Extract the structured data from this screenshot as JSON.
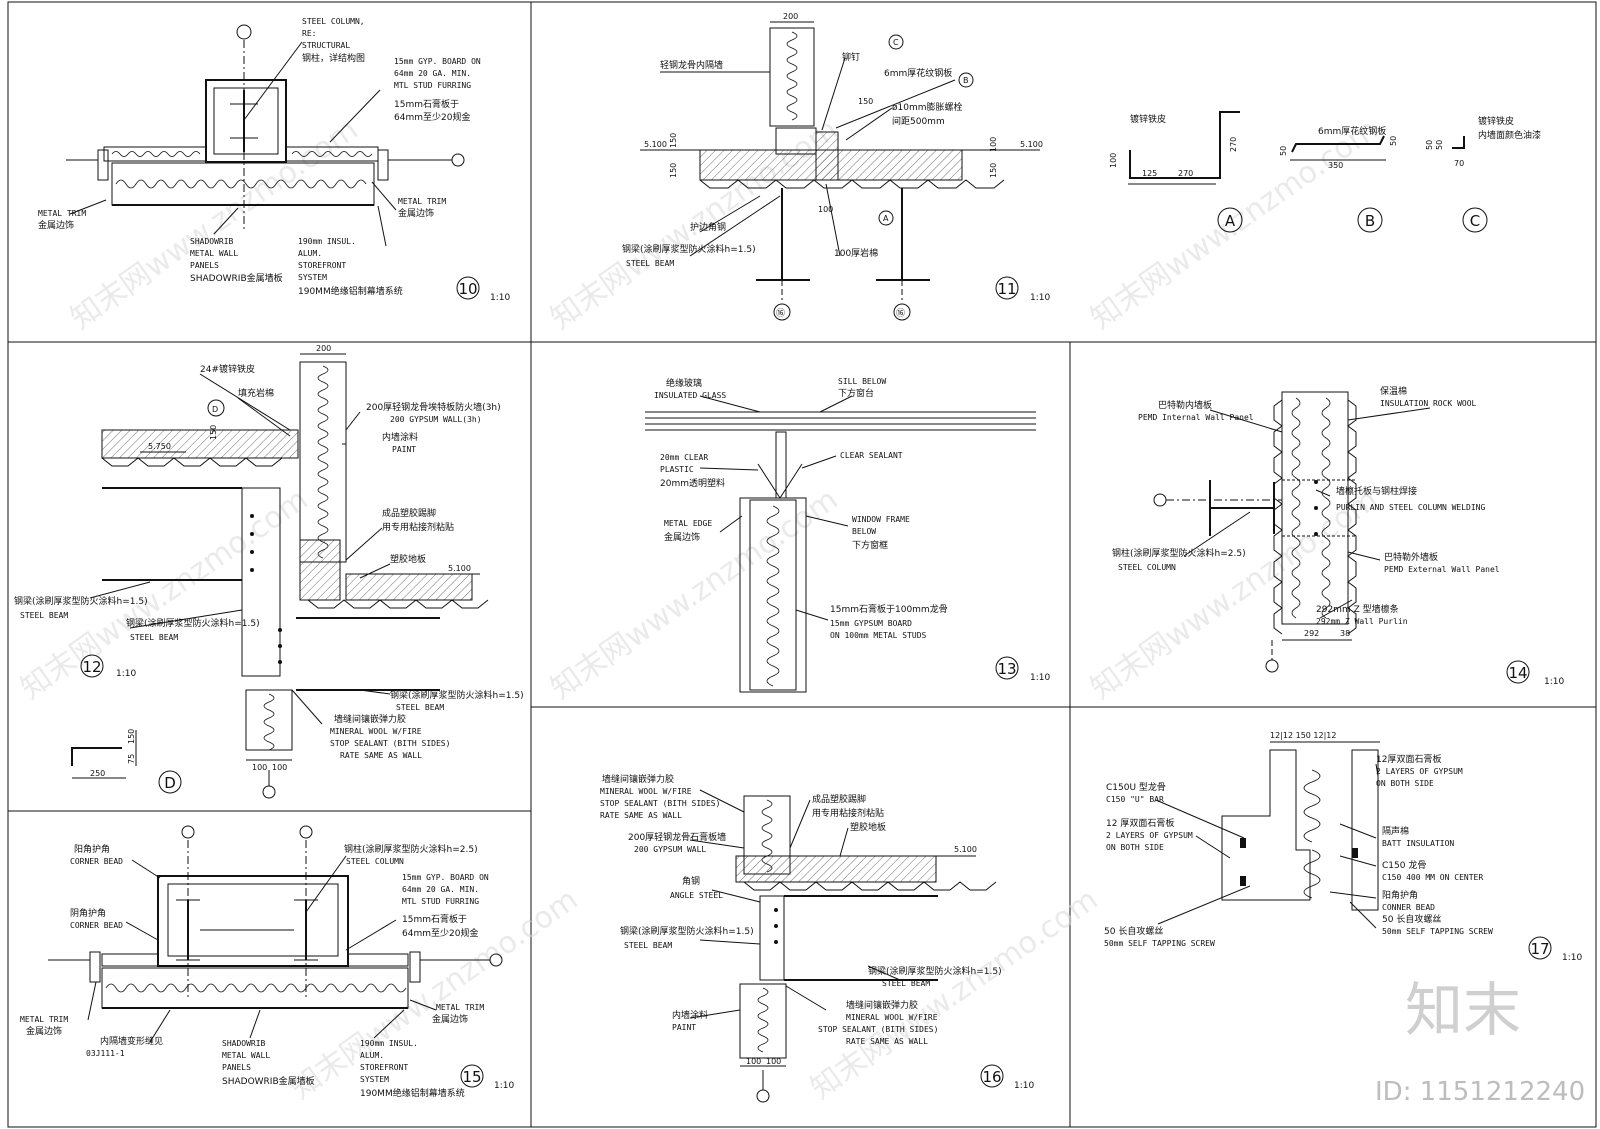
{
  "panels": {
    "p10": {
      "number": "10",
      "scale": "1:10",
      "labels": {
        "steel_col_1": "STEEL COLUMN,",
        "steel_col_2": "RE:",
        "steel_col_3": "STRUCTURAL",
        "steel_col_4": "钢柱，详结构图",
        "gyp_1": "15mm GYP. BOARD ON",
        "gyp_2": "64mm  20 GA. MIN.",
        "gyp_3": "MTL STUD FURRING",
        "gyp_4": "15mm石膏板于",
        "gyp_5": "64mm至少20规金",
        "trim_l1": "METAL TRIM",
        "trim_l2": "金属边饰",
        "trim_r1": "METAL TRIM",
        "trim_r2": "金属边饰",
        "shadow_1": "SHADOWRIB",
        "shadow_2": "METAL WALL",
        "shadow_3": "PANELS",
        "shadow_4": "SHADOWRIB金属墙板",
        "ins_1": "190mm INSUL.",
        "ins_2": "ALUM.",
        "ins_3": "STOREFRONT",
        "ins_4": "SYSTEM",
        "ins_5": "190MM绝缘铝制幕墙系统"
      }
    },
    "p11": {
      "number": "11",
      "scale": "1:10",
      "labels": {
        "partition": "轻钢龙骨内隔墙",
        "rivet": "铆钉",
        "plate": "6mm厚花纹钢板",
        "bolt_1": "ø10mm膨胀螺栓",
        "bolt_2": "间距500mm",
        "angle": "护边角钢",
        "beam_cn": "钢梁(涂刷厚浆型防火涂料h=1.5)",
        "beam_en": "STEEL BEAM",
        "rockwool": "100厚岩棉",
        "dim_200": "200",
        "dim_150a": "150",
        "dim_150b": "150",
        "dim_150c": "150",
        "dim_100a": "100",
        "dim_100b": "100",
        "dim_150d": "150",
        "lvl_l": "5.100",
        "lvl_r": "5.100",
        "callout_a": "A",
        "callout_b": "B",
        "callout_c": "C",
        "grid_1": "⑯",
        "grid_2": "⑯"
      }
    },
    "pabc": {
      "a_label": "镀锌铁皮",
      "a_d1": "100",
      "a_d2": "125",
      "a_d3": "270",
      "a_d4": "270",
      "b_label": "6mm厚花纹钢板",
      "b_d1": "50",
      "b_d2": "50",
      "b_d3": "350",
      "c_label_1": "镀锌铁皮",
      "c_label_2": "内墙面颜色油漆",
      "c_d1": "50",
      "c_d2": "50",
      "c_d3": "70",
      "tag_a": "A",
      "tag_b": "B",
      "tag_c": "C"
    },
    "p12": {
      "number": "12",
      "scale": "1:10",
      "labels": {
        "galv": "24#镀锌铁皮",
        "fill": "填充岩棉",
        "fw_cn": "200厚轻钢龙骨埃特板防火墙(3h)",
        "fw_en": "200 GYPSUM WALL(3h)",
        "paint_cn": "内墙涂料",
        "paint_en": "PAINT",
        "skirt_1": "成品塑胶踢脚",
        "skirt_2": "用专用粘接剂粘贴",
        "floor": "塑胶地板",
        "beam1_cn": "钢梁(涂刷厚浆型防火涂料h=1.5)",
        "beam1_en": "STEEL BEAM",
        "beam2_cn": "钢梁(涂刷厚浆型防火涂料h=1.5)",
        "beam2_en": "STEEL BEAM",
        "beam3_cn": "钢梁(涂刷厚浆型防火涂料h=1.5)",
        "beam3_en": "STEEL BEAM",
        "seal_cn": "墙缝间镶嵌弹力胶",
        "seal_1": "MINERAL WOOL W/FIRE",
        "seal_2": "STOP SEALANT (BITH SIDES)",
        "seal_3": "RATE SAME AS WALL",
        "dim_200": "200",
        "dim_150": "150",
        "dim_100a": "100",
        "dim_100b": "100",
        "lvl_1": "5.750",
        "lvl_2": "5.100",
        "callout_d": "D"
      }
    },
    "pd": {
      "tag": "D",
      "d1": "150",
      "d2": "75",
      "d3": "250"
    },
    "p13": {
      "number": "13",
      "scale": "1:10",
      "labels": {
        "glass_cn": "绝缘玻璃",
        "glass_en": "INSULATED GLASS",
        "sill_en": "SILL BELOW",
        "sill_cn": "下方窗台",
        "clear_1": "20mm CLEAR",
        "clear_2": "PLASTIC",
        "clear_3": "20mm透明塑料",
        "sealant": "CLEAR SEALANT",
        "edge_1": "METAL EDGE",
        "edge_2": "金属边饰",
        "frame_1": "WINDOW FRAME",
        "frame_2": "BELOW",
        "frame_3": "下方窗框",
        "board_1": "15mm石膏板于100mm龙骨",
        "board_2": "15mm GYPSUM BOARD",
        "board_3": "ON 100mm METAL STUDS"
      }
    },
    "p14": {
      "number": "14",
      "scale": "1:10",
      "labels": {
        "pemd_in_cn": "巴特勒内墙板",
        "pemd_in_en": "PEMD Internal Wall Panel",
        "rock_cn": "保温棉",
        "rock_en": "INSULATION ROCK WOOL",
        "purlin_cn": "墙檩托板与钢柱焊接",
        "purlin_en": "PURLIN AND STEEL COLUMN WELDING",
        "col_cn": "钢柱(涂刷厚浆型防火涂料h=2.5)",
        "col_en": "STEEL COLUMN",
        "pemd_ex_cn": "巴特勒外墙板",
        "pemd_ex_en": "PEMD External Wall Panel",
        "z_cn": "292mm Z 型墙檩条",
        "z_en": "292mm Z  Wall Purlin",
        "dim_292": "292",
        "dim_38": "38"
      }
    },
    "p15": {
      "number": "15",
      "scale": "1:10",
      "labels": {
        "bead1_cn": "阳角护角",
        "bead1_en": "CORNER BEAD",
        "bead2_cn": "阴角护角",
        "bead2_en": "CORNER BEAD",
        "col_cn": "钢柱(涂刷厚浆型防火涂料h=2.5)",
        "col_en": "STEEL COLUMN",
        "gyp_1": "15mm GYP. BOARD ON",
        "gyp_2": "64mm  20 GA. MIN.",
        "gyp_3": "MTL STUD FURRING",
        "gyp_4": "15mm石膏板于",
        "gyp_5": "64mm至少20规金",
        "trim_l1": "METAL TRIM",
        "trim_l2": "金属边饰",
        "trim_r1": "METAL TRIM",
        "trim_r2": "金属边饰",
        "joint_1": "内隔墙变形缝见",
        "joint_2": "03J111-1",
        "shadow_1": "SHADOWRIB",
        "shadow_2": "METAL WALL",
        "shadow_3": "PANELS",
        "shadow_4": "SHADOWRIB金属墙板",
        "ins_1": "190mm INSUL.",
        "ins_2": "ALUM.",
        "ins_3": "STOREFRONT",
        "ins_4": "SYSTEM",
        "ins_5": "190MM绝缘铝制幕墙系统"
      }
    },
    "p16": {
      "number": "16",
      "scale": "1:10",
      "labels": {
        "seal_cn": "墙缝间镶嵌弹力胶",
        "seal_1": "MINERAL WOOL W/FIRE",
        "seal_2": "STOP SEALANT (BITH SIDES)",
        "seal_3": "RATE SAME AS WALL",
        "wall_cn": "200厚轻钢龙骨石膏板墙",
        "wall_en": "200 GYPSUM WALL",
        "skirt_1": "成品塑胶踢脚",
        "skirt_2": "用专用粘接剂粘贴",
        "floor": "塑胶地板",
        "angle_cn": "角钢",
        "angle_en": "ANGLE STEEL",
        "beam1_cn": "钢梁(涂刷厚浆型防火涂料h=1.5)",
        "beam1_en": "STEEL BEAM",
        "beam2_cn": "钢梁(涂刷厚浆型防火涂料h=1.5)",
        "beam2_en": "STEEL BEAM",
        "paint_cn": "内墙涂料",
        "paint_en": "PAINT",
        "seal2_cn": "墙缝间镶嵌弹力胶",
        "seal2_1": "MINERAL WOOL W/FIRE",
        "seal2_2": "STOP SEALANT (BITH SIDES)",
        "seal2_3": "RATE SAME AS WALL",
        "lvl": "5.100",
        "dim_100a": "100",
        "dim_100b": "100"
      }
    },
    "p17": {
      "number": "17",
      "scale": "1:10",
      "labels": {
        "dims_top": "12|12   150   12|12",
        "ubar_cn": "C150U 型龙骨",
        "ubar_en": "C150 \"U\" BAR",
        "gyp2_cn": "12厚双面石膏板",
        "gyp2_1": "2 LAYERS OF GYPSUM",
        "gyp2_2": "ON BOTH SIDE",
        "gyp1_cn": "12 厚双面石膏板",
        "gyp1_1": "2 LAYERS OF GYPSUM",
        "gyp1_2": "ON BOTH SIDE",
        "batt_cn": "隔声棉",
        "batt_en": "BATT INSULATION",
        "c150_cn": "C150 龙骨",
        "c150_en": "C150 400 MM ON CENTER",
        "bead_cn": "阳角护角",
        "bead_en": "CONNER BEAD",
        "screw_r_cn": "50 长自攻螺丝",
        "screw_r_en": "50mm SELF TAPPING SCREW",
        "screw_l_cn": "50 长自攻螺丝",
        "screw_l_en": "50mm SELF TAPPING SCREW"
      }
    }
  },
  "watermark": {
    "brand": "知末",
    "id": "ID: 1151212240",
    "site": "知末网www.znzmo.com"
  }
}
